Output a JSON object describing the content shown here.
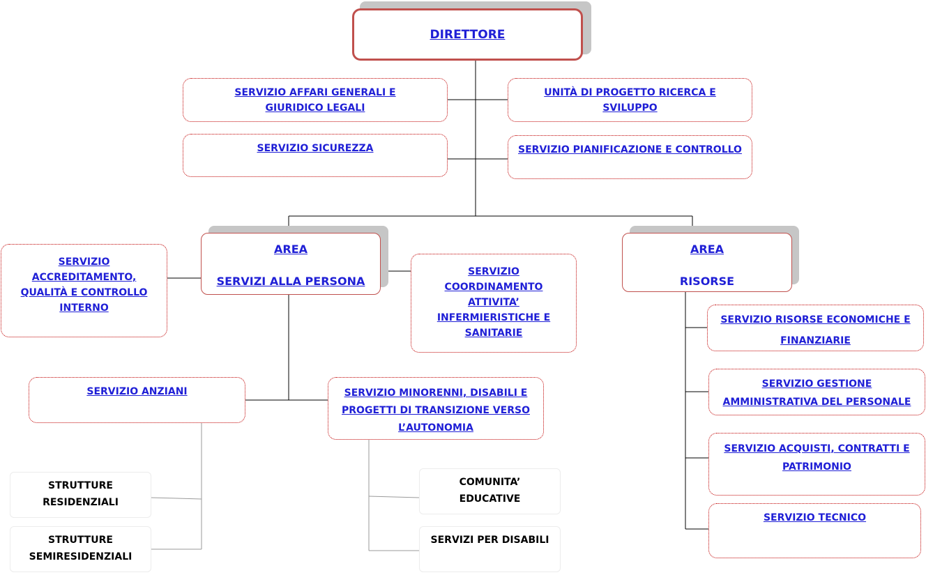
{
  "director": {
    "label": "DIRETTORE"
  },
  "staff": {
    "affari_generali": "SERVIZIO AFFARI GENERALI E GIURIDICO LEGALI",
    "sicurezza": "SERVIZIO SICUREZZA",
    "ricerca_sviluppo": "UNITÀ DI PROGETTO RICERCA E SVILUPPO",
    "pianificazione": "SERVIZIO PIANIFICAZIONE E CONTROLLO"
  },
  "area_persona": {
    "title": "AREA",
    "subtitle": "SERVIZI ALLA PERSONA",
    "accreditamento": "SERVIZIO ACCREDITAMENTO, QUALITÀ E CONTROLLO INTERNO",
    "infermieristiche": "SERVIZIO COORDINAMENTO ATTIVITA’ INFERMIERISTICHE E SANITARIE",
    "anziani": "SERVIZIO ANZIANI",
    "minorenni": "SERVIZIO MINORENNI, DISABILI E PROGETTI DI TRANSIZIONE VERSO L’AUTONOMIA",
    "strutture_residenziali": "STRUTTURE RESIDENZIALI",
    "strutture_semiresidenziali": "STRUTTURE SEMIRESIDENZIALI",
    "comunita_educative": "COMUNITA’ EDUCATIVE",
    "servizi_disabili": "SERVIZI PER DISABILI"
  },
  "area_risorse": {
    "title": "AREA",
    "subtitle": "RISORSE",
    "economiche": "SERVIZIO RISORSE ECONOMICHE E FINANZIARIE",
    "personale": "SERVIZIO GESTIONE AMMINISTRATIVA DEL PERSONALE",
    "acquisti": "SERVIZIO ACQUISTI, CONTRATTI E PATRIMONIO",
    "tecnico": "SERVIZIO TECNICO"
  },
  "colors": {
    "link": "#1f1fd6",
    "border_accent": "#c00000",
    "director_border": "#c0504d",
    "shadow": "#c6c6c6"
  }
}
